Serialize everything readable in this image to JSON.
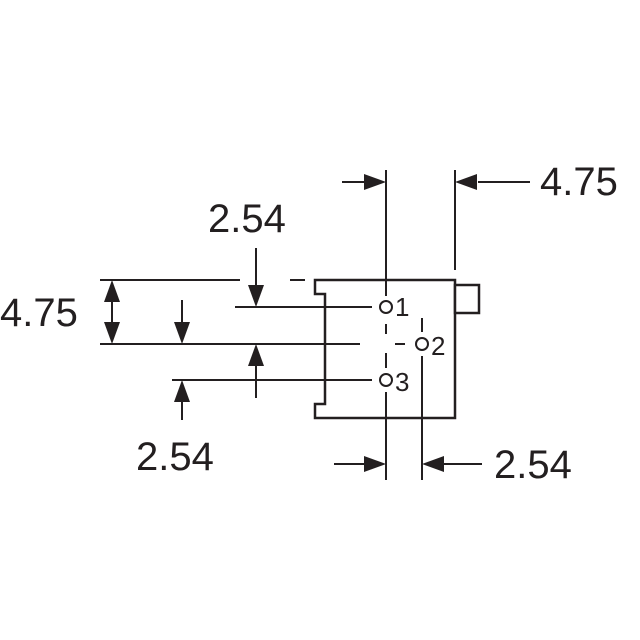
{
  "dimensions": {
    "top_right": "4.75",
    "top_left": "2.54",
    "left": "4.75",
    "bottom_left": "2.54",
    "bottom_right": "2.54"
  },
  "pins": {
    "pin1": "1",
    "pin2": "2",
    "pin3": "3"
  },
  "colors": {
    "line": "#231f20",
    "background": "#ffffff"
  }
}
